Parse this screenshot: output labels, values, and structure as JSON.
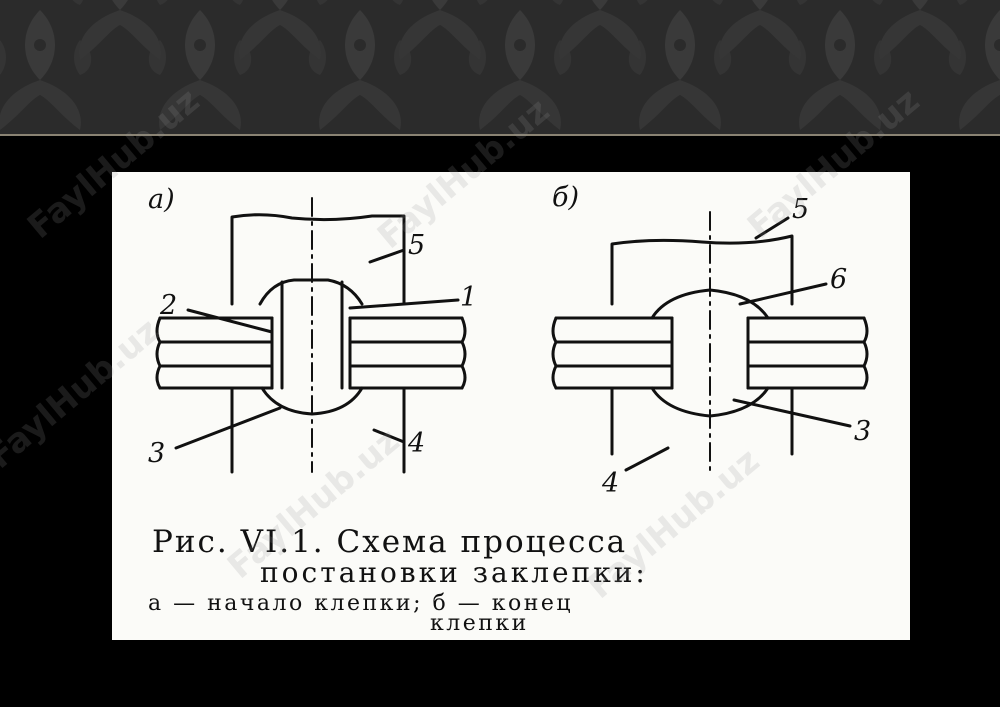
{
  "figure": {
    "panel_a_label": "а)",
    "panel_b_label": "б)",
    "panel_a_numbers": [
      "5",
      "2",
      "1",
      "3",
      "4"
    ],
    "panel_b_numbers": [
      "5",
      "6",
      "3",
      "4"
    ],
    "caption": {
      "line1": "Рис. VI.1. Схема процесса",
      "line2": "постановки заклепки:",
      "line3": "а — начало клепки; б — конец",
      "line4": "клепки"
    }
  },
  "watermark": "FaylHub.uz",
  "colors": {
    "banner": "#2b2b2b",
    "banner_rule": "#8a8373",
    "slide_background": "#000000",
    "figure_paper": "#fbfbf8",
    "ink": "#111111"
  }
}
